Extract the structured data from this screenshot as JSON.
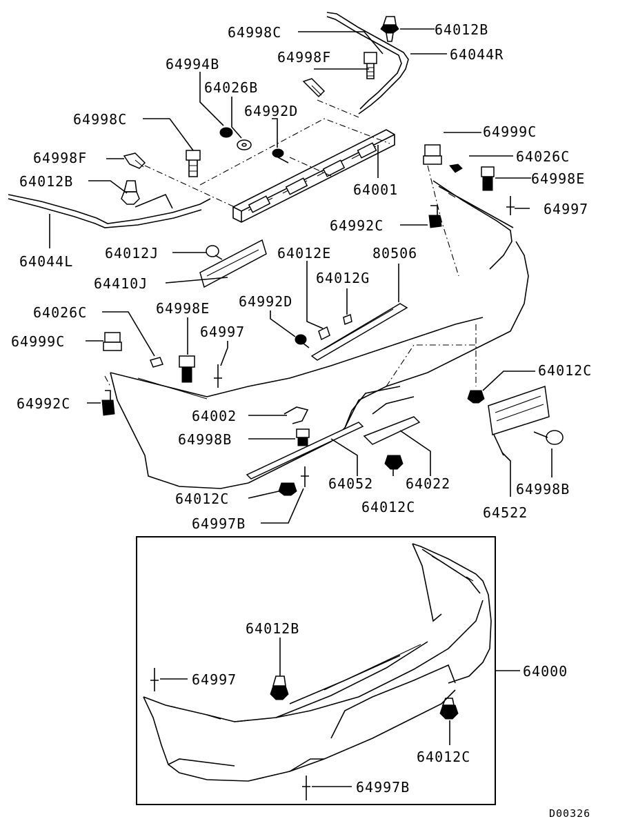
{
  "labels": {
    "p64998C_top": "64998C",
    "p64012B_top": "64012B",
    "p64044R": "64044R",
    "p64998F_top": "64998F",
    "p64994B": "64994B",
    "p64026B": "64026B",
    "p64998C_left": "64998C",
    "p64992D_top": "64992D",
    "p64999C_right": "64999C",
    "p64026C_right": "64026C",
    "p64998F_left": "64998F",
    "p64998E_right": "64998E",
    "p64012B_left": "64012B",
    "p64001": "64001",
    "p64997_right": "64997",
    "p64992C_right": "64992C",
    "p64044L": "64044L",
    "p64012J": "64012J",
    "p64012E": "64012E",
    "p80506": "80506",
    "p64410J": "64410J",
    "p64012G": "64012G",
    "p64992D_mid": "64992D",
    "p64026C_left": "64026C",
    "p64998E_left": "64998E",
    "p64997_left": "64997",
    "p64999C_left": "64999C",
    "p64012C_right": "64012C",
    "p64992C_left": "64992C",
    "p64002": "64002",
    "p64998B_mid": "64998B",
    "p64052": "64052",
    "p64022": "64022",
    "p64998B_right": "64998B",
    "p64012C_bottom": "64012C",
    "p64012C_center": "64012C",
    "p64522": "64522",
    "p64997B_bottom": "64997B",
    "p64012B_inset": "64012B",
    "p64000": "64000",
    "p64997_inset": "64997",
    "p64012C_inset": "64012C",
    "p64997B_inset": "64997B"
  },
  "diagram_code": "D00326"
}
